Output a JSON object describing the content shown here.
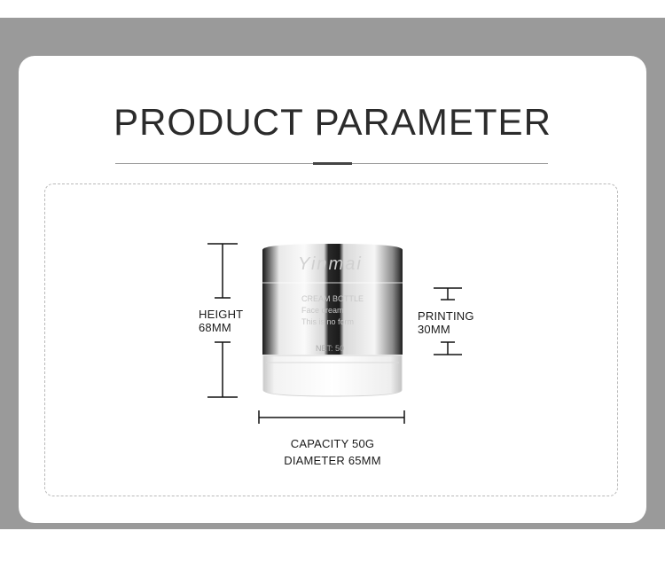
{
  "header": {
    "title": "PRODUCT PARAMETER"
  },
  "product": {
    "brand": "Yinmai",
    "label_lines": [
      "CREAM BOTTLE",
      "Face cream",
      "This is no form"
    ],
    "net_text": "NET: 50"
  },
  "dimensions": {
    "height": {
      "label": "HEIGHT",
      "value": "68MM"
    },
    "printing": {
      "label": "PRINTING",
      "value": "30MM"
    },
    "capacity": "CAPACITY 50G",
    "diameter": "DIAMETER 65MM"
  },
  "colors": {
    "band": "#9a9a9a",
    "card": "#ffffff",
    "text": "#2b2b2b",
    "cap_dark": "#1e1e1e",
    "silver": "#cfcfcf"
  }
}
